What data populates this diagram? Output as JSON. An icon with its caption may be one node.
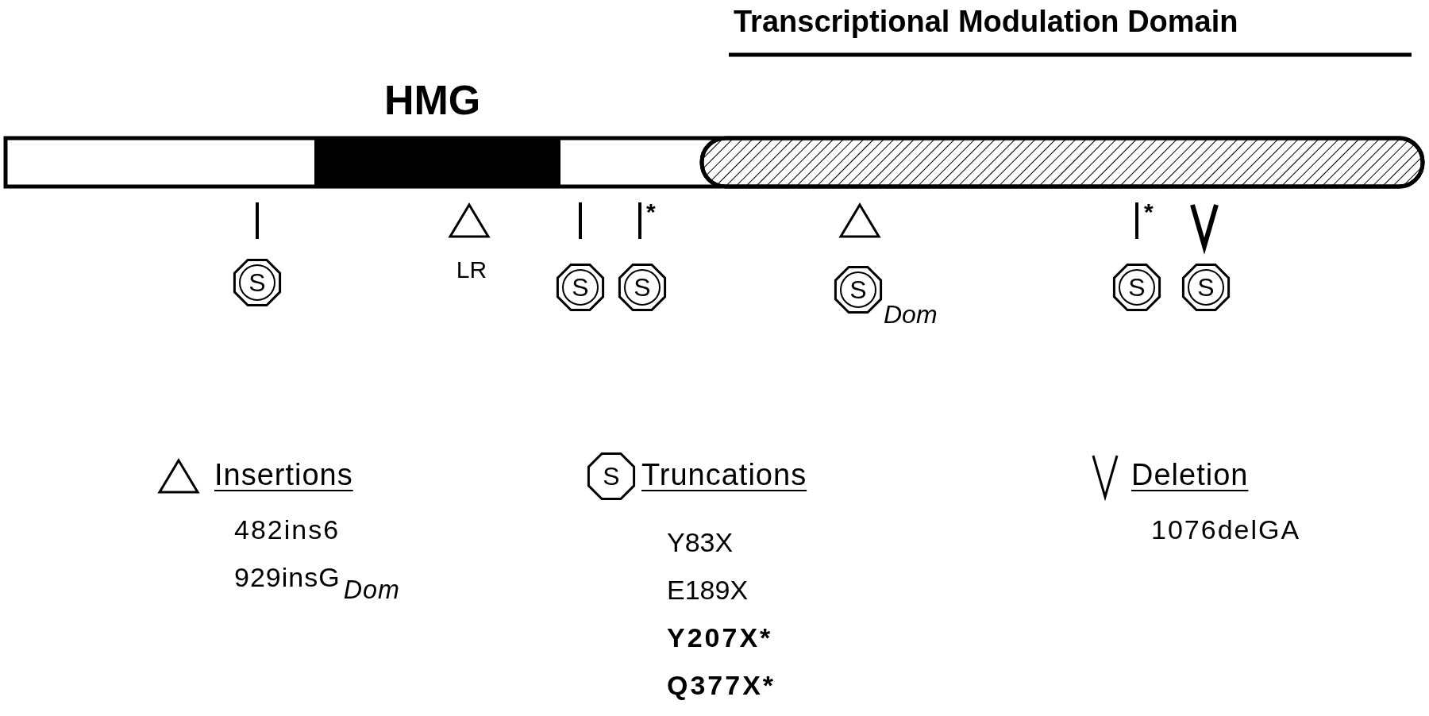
{
  "diagram": {
    "nodes": [
      {
        "text": [
          "S"
        ]
      },
      {
        "text": [
          "S"
        ]
      },
      {
        "text": [
          "S"
        ]
      },
      {
        "text": [
          "S"
        ],
        "beside": [
          "Dom"
        ]
      },
      {
        "text": [
          "S"
        ]
      },
      {
        "text": [
          "S"
        ]
      }
    ],
    "labels": [
      "Transcriptional Modulation Domain",
      "HMG",
      "*",
      "LR",
      "*",
      "S",
      "482ins6",
      "929insG$_{Dom}$",
      "Y83X",
      "E189X",
      "Y207X*",
      "Q377X*",
      "1076delGA"
    ],
    "legend": [
      {
        "text": "Insertions"
      },
      {
        "text": "Truncations"
      },
      {
        "text": "Deletion"
      }
    ]
  }
}
